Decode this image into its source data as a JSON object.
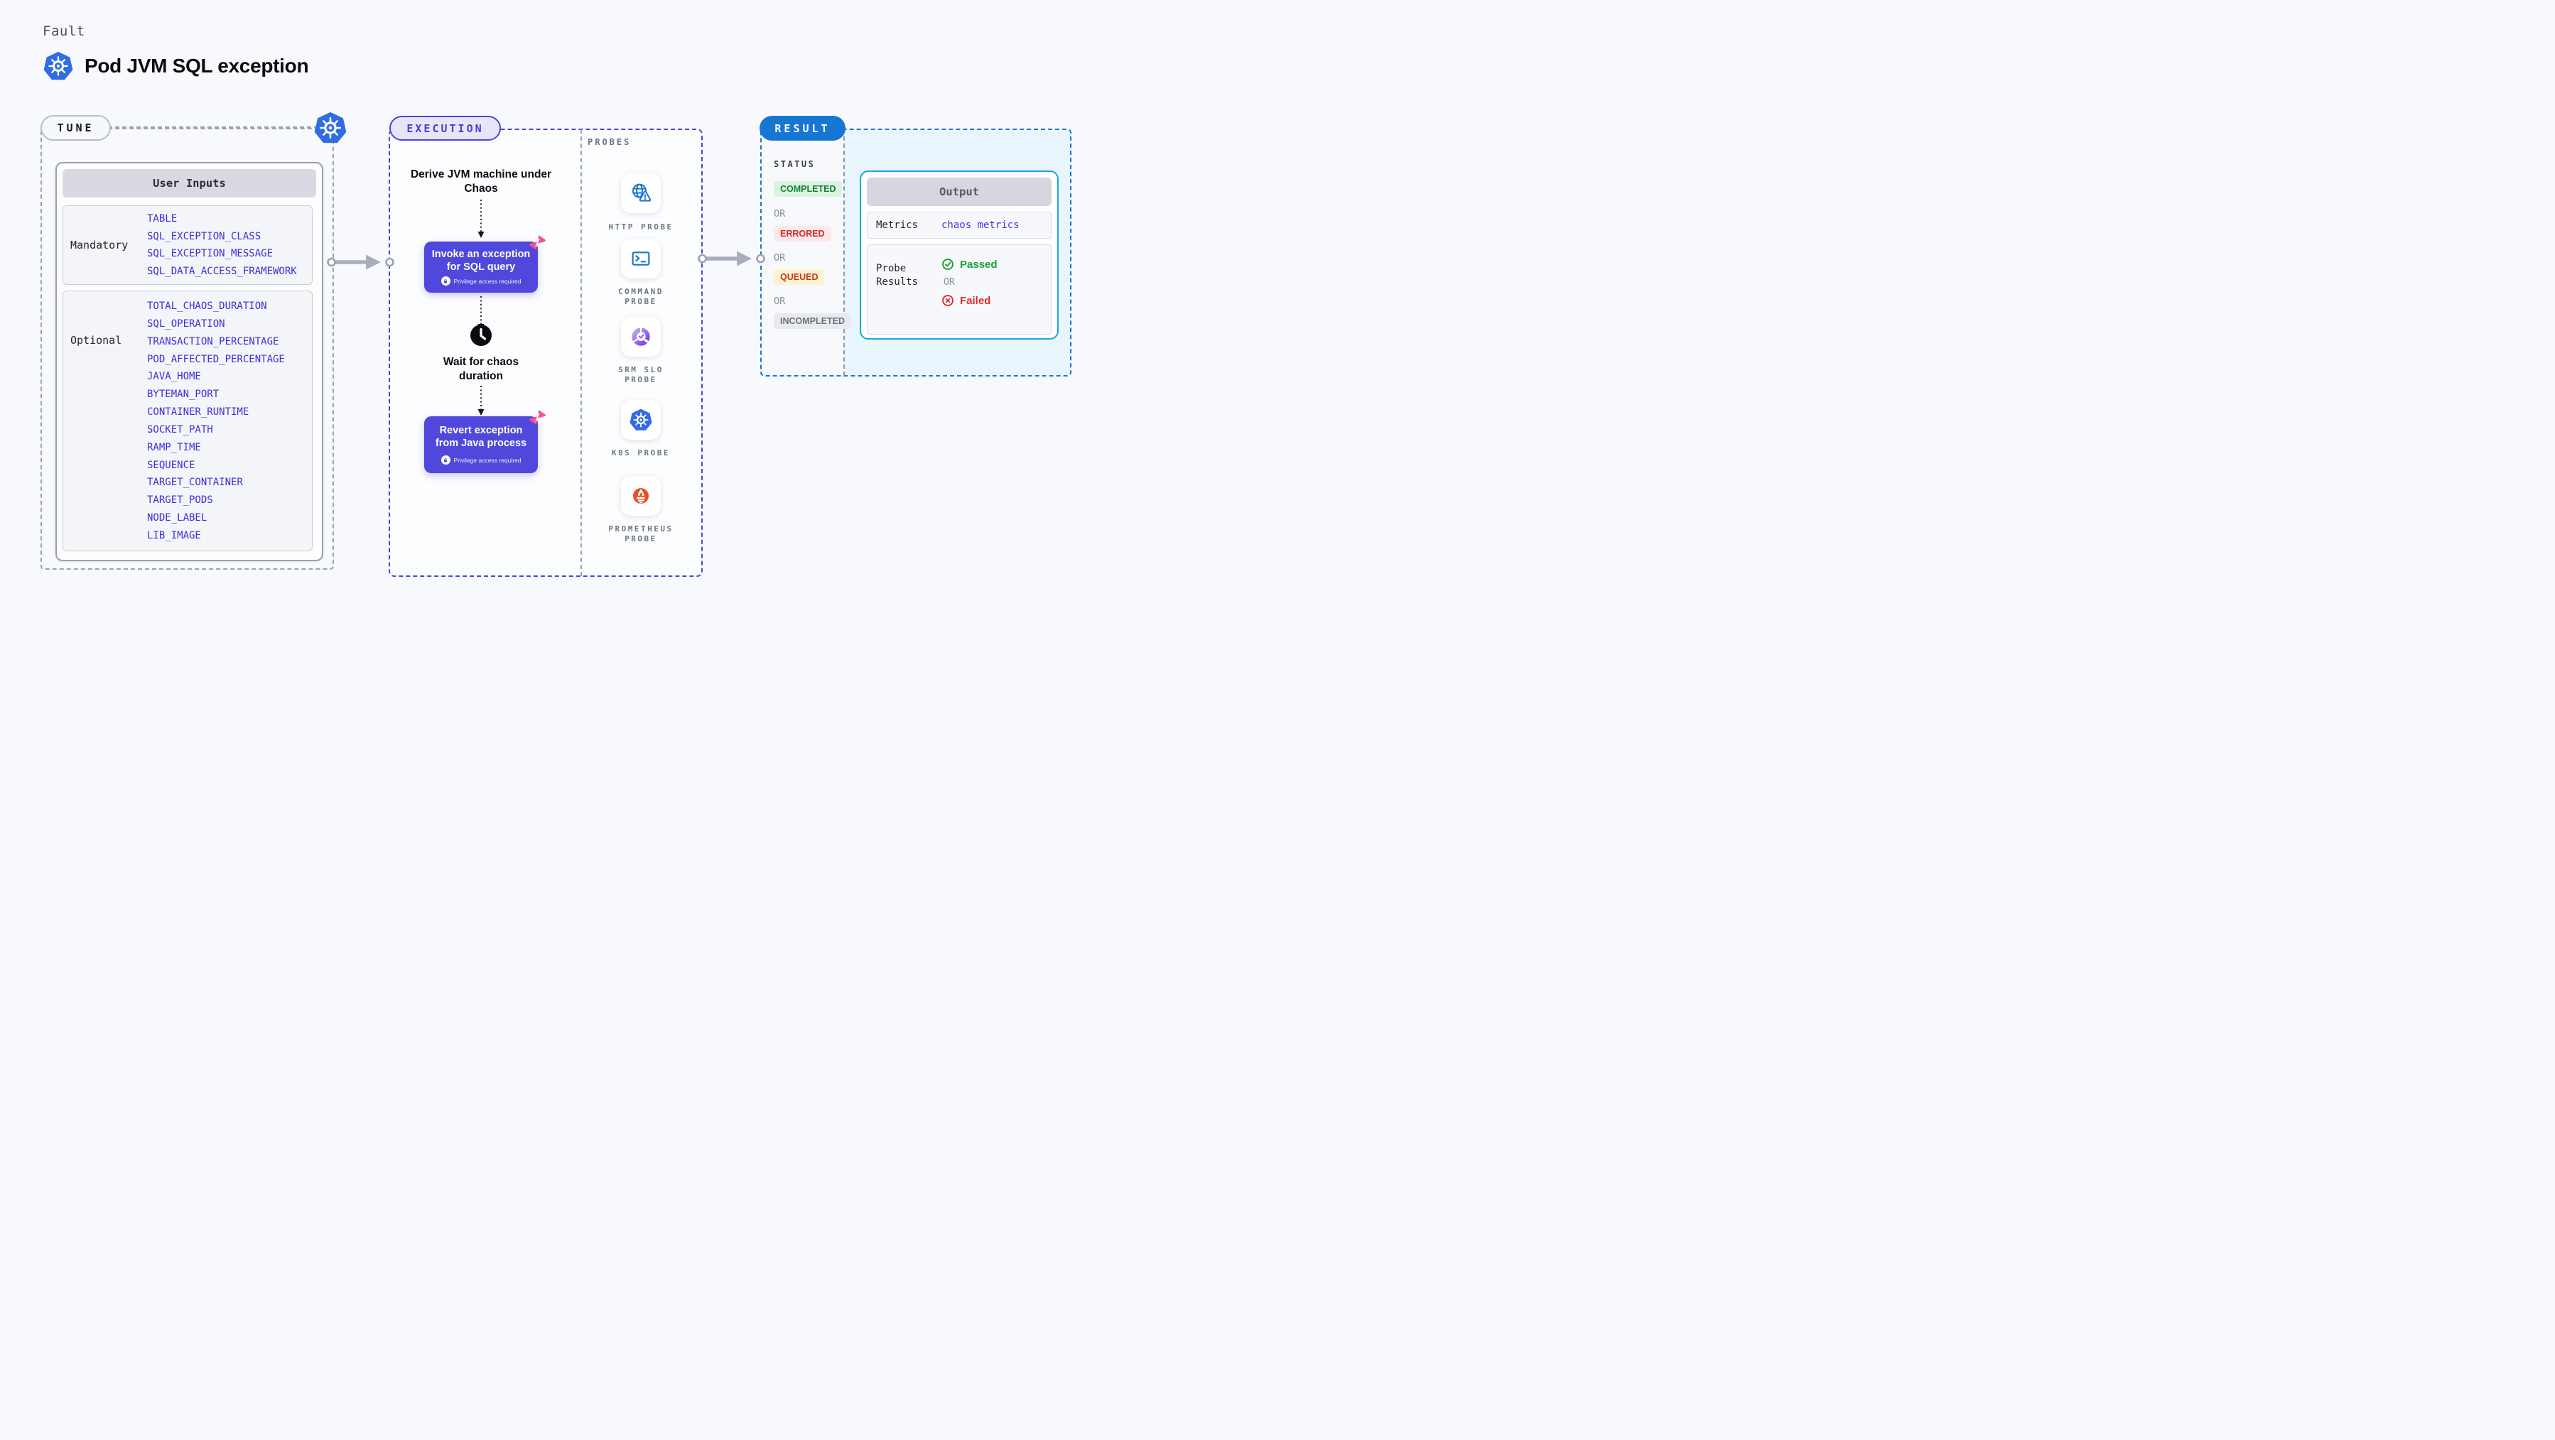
{
  "header": {
    "eyebrow": "Fault",
    "title": "Pod JVM SQL exception",
    "platform_icon": "kubernetes"
  },
  "tune": {
    "badge": "TUNE",
    "table_title": "User Inputs",
    "mandatory": {
      "label": "Mandatory",
      "items": [
        "TABLE",
        "SQL_EXCEPTION_CLASS",
        "SQL_EXCEPTION_MESSAGE",
        "SQL_DATA_ACCESS_FRAMEWORK"
      ]
    },
    "optional": {
      "label": "Optional",
      "items": [
        "TOTAL_CHAOS_DURATION",
        "SQL_OPERATION",
        "TRANSACTION_PERCENTAGE",
        "POD_AFFECTED_PERCENTAGE",
        "JAVA_HOME",
        "BYTEMAN_PORT",
        "CONTAINER_RUNTIME",
        "SOCKET_PATH",
        "RAMP_TIME",
        "SEQUENCE",
        "TARGET_CONTAINER",
        "TARGET_PODS",
        "NODE_LABEL",
        "LIB_IMAGE"
      ]
    }
  },
  "execution": {
    "badge": "EXECUTION",
    "step_derive": "Derive JVM machine under Chaos",
    "invoke_node": {
      "title": "Invoke an exception for SQL query",
      "note": "Privilege access required",
      "icon": "litmus-chaos"
    },
    "step_wait": "Wait for chaos duration",
    "revert_node": {
      "title": "Revert exception from Java process",
      "note": "Privilege access required",
      "icon": "litmus-chaos"
    }
  },
  "probes": {
    "label": "PROBES",
    "items": [
      {
        "name": "HTTP PROBE",
        "icon": "globe-alert-icon"
      },
      {
        "name": "COMMAND PROBE",
        "icon": "terminal-icon"
      },
      {
        "name": "SRM SLO PROBE",
        "icon": "slo-donut-icon"
      },
      {
        "name": "K8S PROBE",
        "icon": "kubernetes-icon"
      },
      {
        "name": "PROMETHEUS PROBE",
        "icon": "prometheus-flame-icon"
      }
    ]
  },
  "result": {
    "badge": "RESULT",
    "status_label": "STATUS",
    "or_label": "OR",
    "statuses": [
      {
        "label": "COMPLETED",
        "bg": "#dcf3de",
        "color": "#15803d"
      },
      {
        "label": "ERRORED",
        "bg": "#fbe9e9",
        "color": "#d02b2b"
      },
      {
        "label": "QUEUED",
        "bg": "#fcf3cf",
        "color": "#c2352a"
      },
      {
        "label": "INCOMPLETED",
        "bg": "#e9eaef",
        "color": "#6e7180"
      }
    ],
    "output": {
      "title": "Output",
      "metrics_label": "Metrics",
      "metrics_value": "chaos metrics",
      "probe_results_label": "Probe Results",
      "passed_label": "Passed",
      "or_label": "OR",
      "failed_label": "Failed"
    }
  },
  "colors": {
    "page_bg": "#f8f9fc",
    "accent_indigo": "#4b45d8",
    "node_indigo": "#5047dc",
    "lavender_bg": "#e3e1f8",
    "accent_blue": "#1677d2",
    "cyan_border": "#16a6df",
    "output_bg": "#e9f5fc",
    "item_blue": "#3a2fd8",
    "passed_green": "#17a034",
    "failed_red": "#d8302b",
    "litmus_pink": "#f2528c",
    "kubernetes_blue": "#326ce5",
    "prometheus_orange": "#e75225",
    "slo_purple": "#7c3aed"
  }
}
